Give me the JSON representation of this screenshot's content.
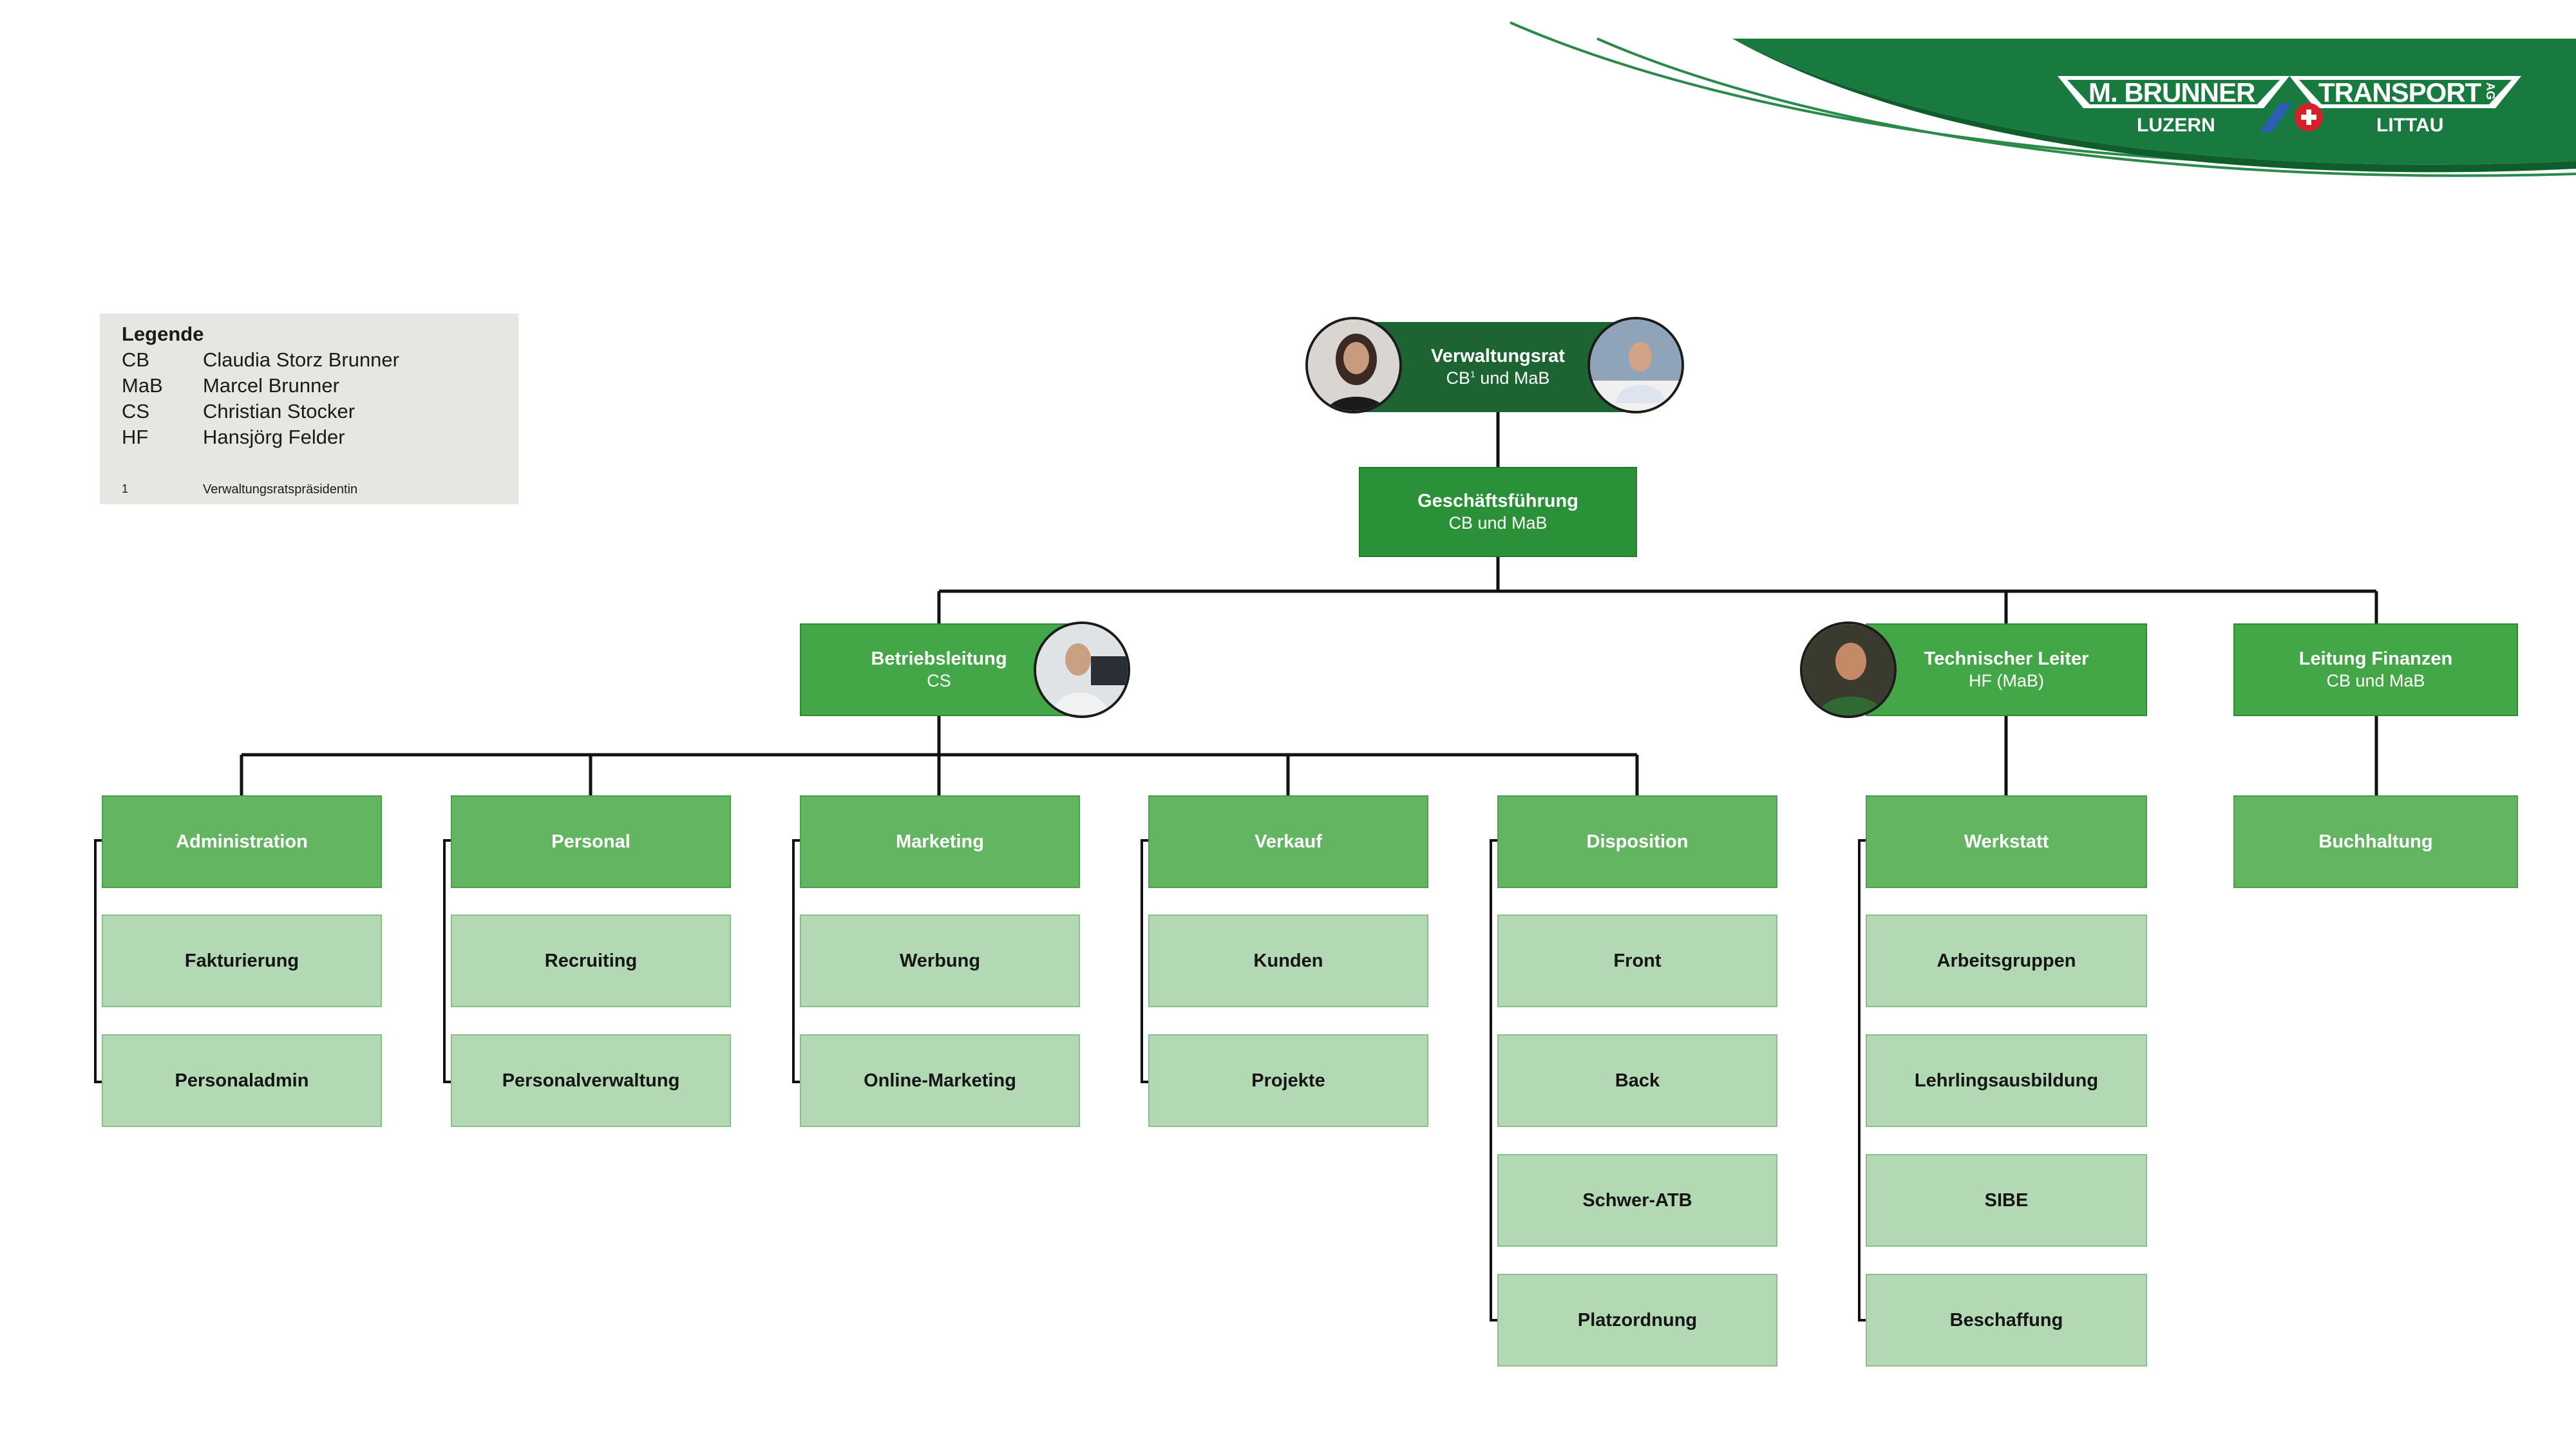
{
  "brand": {
    "left_name": "M. BRUNNER",
    "left_city": "LUZERN",
    "right_name": "TRANSPORT",
    "right_suffix": "AG",
    "right_city": "LITTAU",
    "colors": {
      "dark_green": "#1c6533",
      "mid_green": "#2a9138",
      "light_green": "#63b562",
      "pale_green": "#b3d9b4"
    }
  },
  "legend": {
    "title": "Legende",
    "entries": [
      {
        "abbr": "CB",
        "name": "Claudia Storz Brunner"
      },
      {
        "abbr": "MaB",
        "name": "Marcel Brunner"
      },
      {
        "abbr": "CS",
        "name": "Christian Stocker"
      },
      {
        "abbr": "HF",
        "name": "Hansjörg Felder"
      }
    ],
    "footnote": {
      "mark": "1",
      "text": "Verwaltungsratspräsidentin"
    }
  },
  "chart": {
    "board": {
      "title": "Verwaltungsrat",
      "sub": "CB",
      "sup": "1",
      "sub_rest": " und MaB"
    },
    "management": {
      "title": "Geschäftsführung",
      "sub": "CB und MaB"
    },
    "operations": {
      "title": "Betriebsleitung",
      "sub": "CS"
    },
    "technical": {
      "title": "Technischer Leiter",
      "sub": "HF (MaB)"
    },
    "finance": {
      "title": "Leitung Finanzen",
      "sub": "CB und MaB"
    },
    "departments": [
      {
        "title": "Administration",
        "children": [
          "Fakturierung",
          "Personaladmin"
        ]
      },
      {
        "title": "Personal",
        "children": [
          "Recruiting",
          "Personalverwaltung"
        ]
      },
      {
        "title": "Marketing",
        "children": [
          "Werbung",
          "Online-Marketing"
        ]
      },
      {
        "title": "Verkauf",
        "children": [
          "Kunden",
          "Projekte"
        ]
      },
      {
        "title": "Disposition",
        "children": [
          "Front",
          "Back",
          "Schwer-ATB",
          "Platzordnung"
        ]
      },
      {
        "title": "Werkstatt",
        "children": [
          "Arbeitsgruppen",
          "Lehrlingsausbildung",
          "SIBE",
          "Beschaffung"
        ]
      },
      {
        "title": "Buchhaltung",
        "children": []
      }
    ]
  }
}
